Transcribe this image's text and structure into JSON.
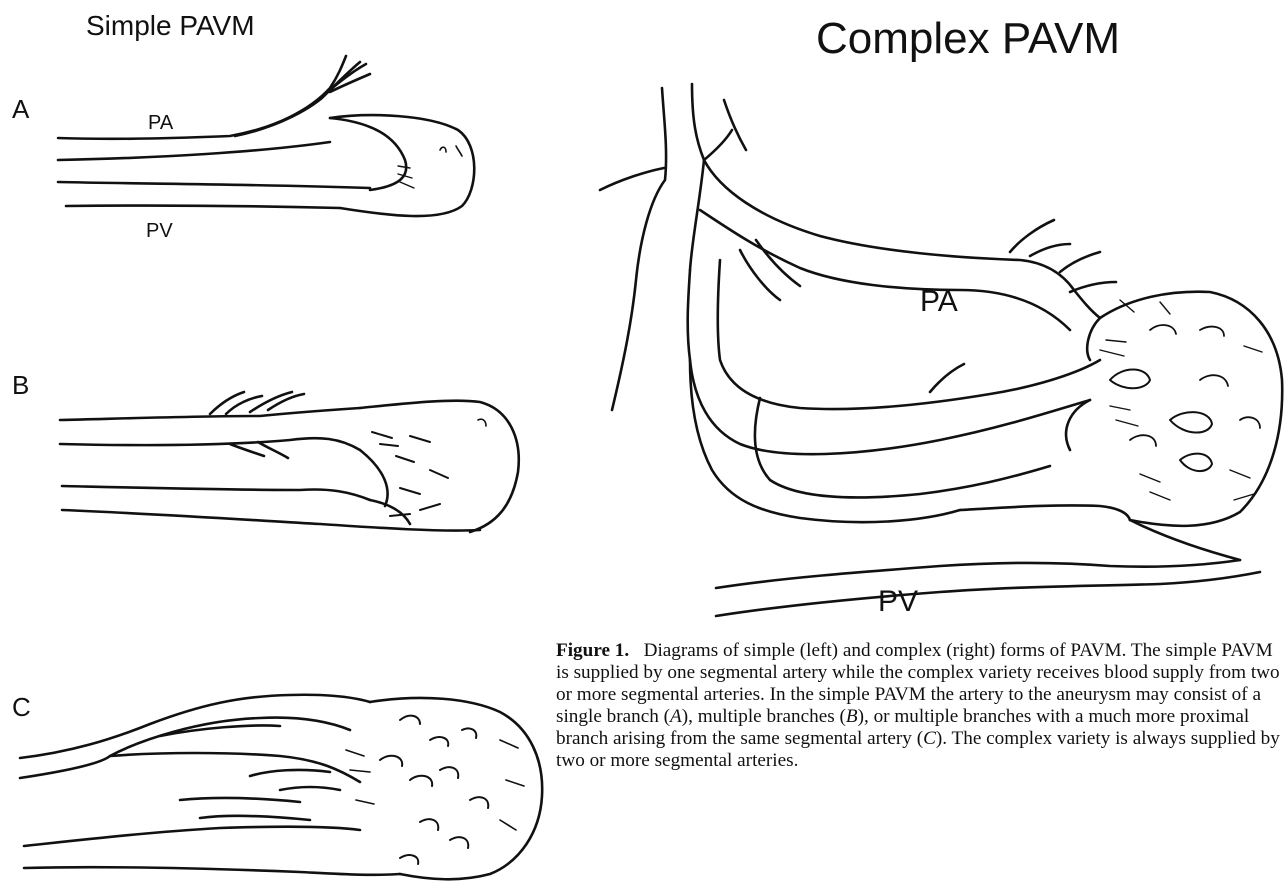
{
  "titles": {
    "simple": "Simple PAVM",
    "complex": "Complex PAVM"
  },
  "panels": [
    "A",
    "B",
    "C"
  ],
  "vessel_labels": {
    "a_pa": "PA",
    "a_pv": "PV",
    "complex_pa": "PA",
    "complex_pv": "PV"
  },
  "caption": {
    "label": "Figure 1.",
    "s1": "Diagrams of simple (left) and complex (right) forms of PAVM. The simple PAVM is supplied by one segmental artery while the complex variety receives blood supply from two or more segmental arteries. In the simple PAVM the artery to the aneurysm may consist of a single branch (",
    "a": "A",
    "s2": "), multiple branches (",
    "b": "B",
    "s3": "), or multiple branches with a much more proximal branch arising from the same segmental artery (",
    "c": "C",
    "s4": "). The complex variety is always supplied by two or more segmental arteries."
  }
}
